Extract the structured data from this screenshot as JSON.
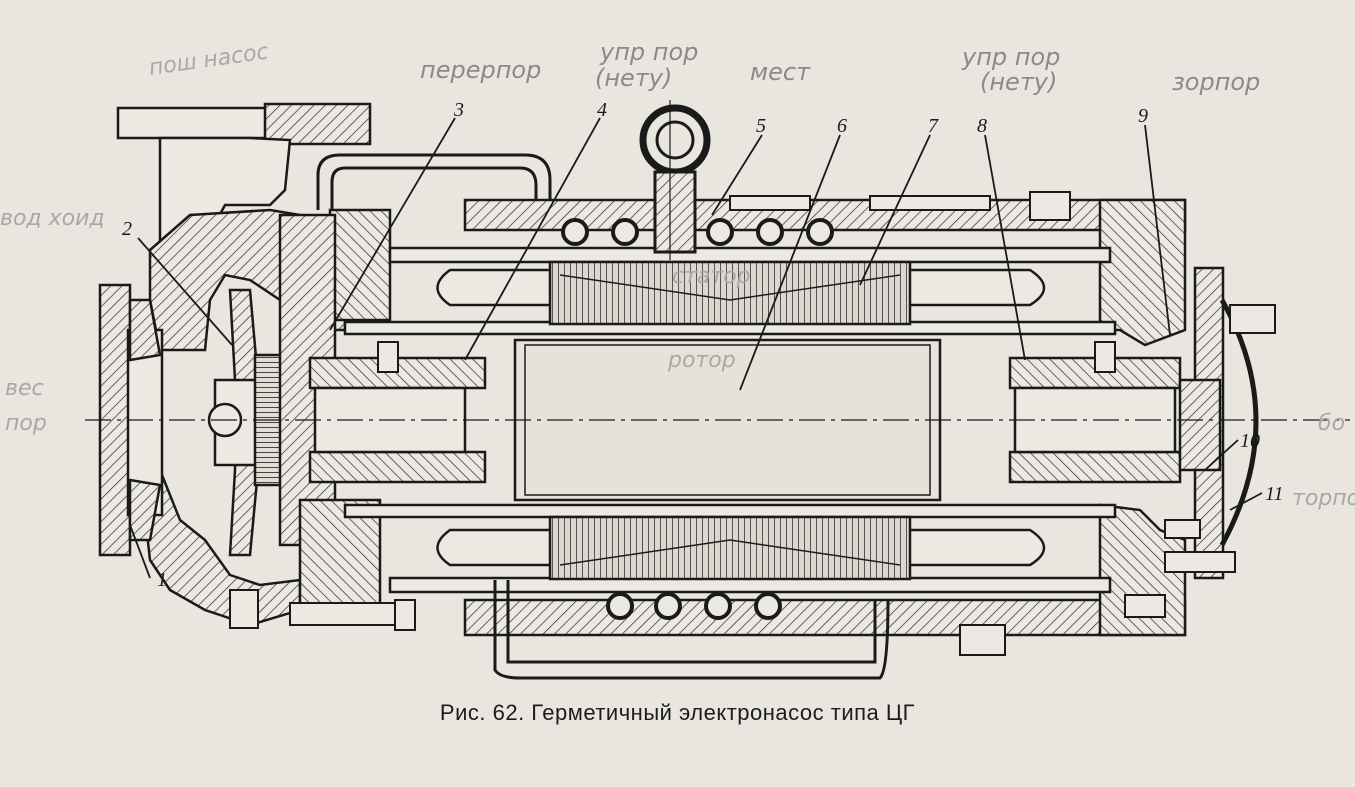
{
  "caption": "Рис. 62. Герметичный электронасос типа ЦГ",
  "part_numbers": [
    "1",
    "2",
    "3",
    "4",
    "5",
    "6",
    "7",
    "8",
    "9",
    "10",
    "11"
  ],
  "handwritten": {
    "top_left": "пош насос",
    "top_1": "перерпор",
    "top_2a": "упр пор",
    "top_2b": "(нету)",
    "top_3": "мест",
    "top_4a": "упр пор",
    "top_4b": "(нету)",
    "top_right": "зорпор",
    "left_1": "вод хоид",
    "left_2a": "вес",
    "left_2b": "пор",
    "stator": "статор",
    "rotor": "ротор",
    "right_1": "бо",
    "right_2": "торпор"
  },
  "colors": {
    "paper": "#e9e6df",
    "ink": "#1a1a1a",
    "pencil": "#8a8a86"
  }
}
